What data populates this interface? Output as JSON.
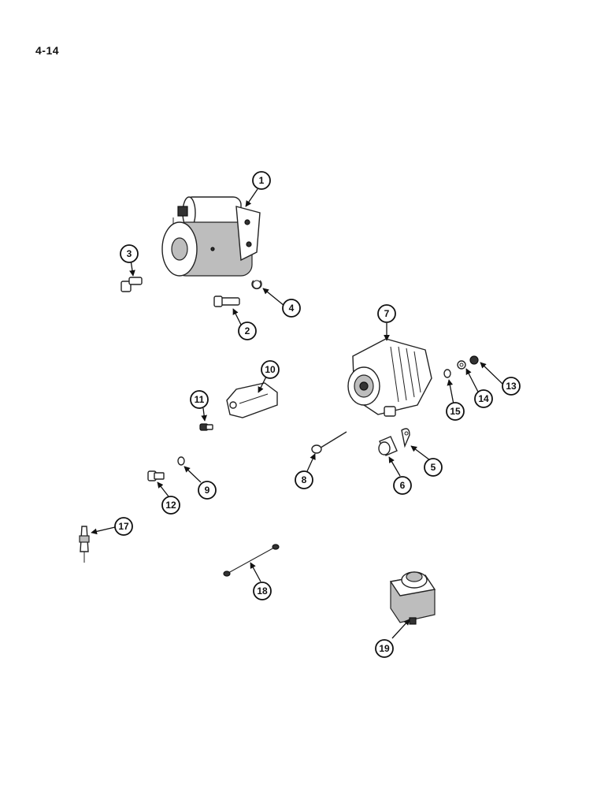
{
  "page": {
    "number": "4-14"
  },
  "callouts": [
    "1",
    "2",
    "3",
    "4",
    "5",
    "6",
    "7",
    "8",
    "9",
    "10",
    "11",
    "12",
    "13",
    "14",
    "15",
    "17",
    "18",
    "19"
  ]
}
